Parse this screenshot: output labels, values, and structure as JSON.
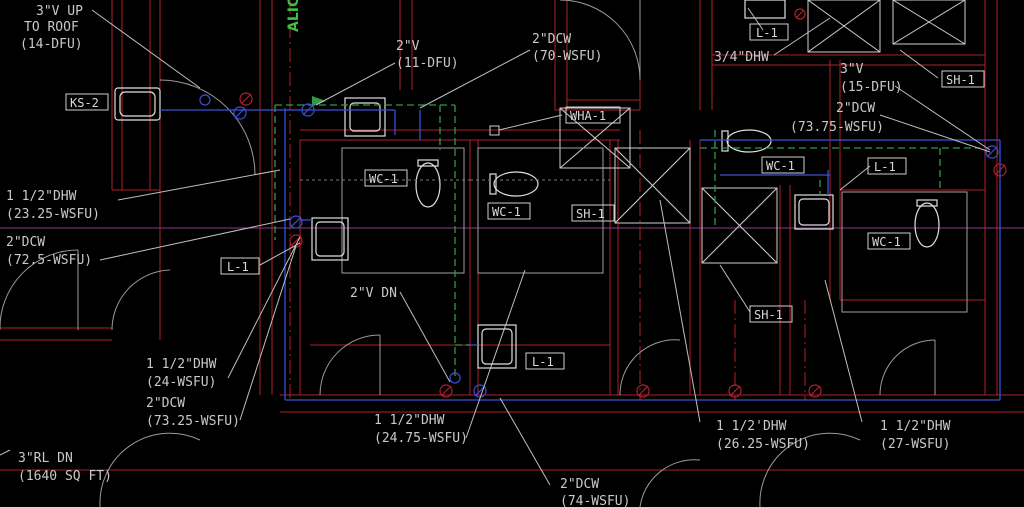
{
  "vertical_label": "ALIC",
  "notes": {
    "vent_up_roof_1": "3\"V UP",
    "vent_up_roof_2": "TO ROOF",
    "vent_up_roof_3": "(14-DFU)",
    "vent_2_1": "2\"V",
    "vent_2_2": "(11-DFU)",
    "dcw_70_1": "2\"DCW",
    "dcw_70_2": "(70-WSFU)",
    "dhw_34": "3/4\"DHW",
    "vent_3_1": "3\"V",
    "vent_3_2": "(15-DFU)",
    "dcw_7375_1": "2\"DCW",
    "dcw_7375_2": "(73.75-WSFU)",
    "dhw_2325_1": "1 1/2\"DHW",
    "dhw_2325_2": "(23.25-WSFU)",
    "dcw_725_1": "2\"DCW",
    "dcw_725_2": "(72.5-WSFU)",
    "vent_dn": "2\"V DN",
    "dhw_24_1": "1 1/2\"DHW",
    "dhw_24_2": "(24-WSFU)",
    "dcw_7325_1": "2\"DCW",
    "dcw_7325_2": "(73.25-WSFU)",
    "dhw_2475_1": "1 1/2\"DHW",
    "dhw_2475_2": "(24.75-WSFU)",
    "dhw_2625_1": "1 1/2'DHW",
    "dhw_2625_2": "(26.25-WSFU)",
    "dhw_27_1": "1 1/2\"DHW",
    "dhw_27_2": "(27-WSFU)",
    "rl_dn_1": "3\"RL DN",
    "rl_dn_2": "(1640 SQ FT)",
    "dcw_74_1": "2\"DCW",
    "dcw_74_2": "(74-WSFU)"
  },
  "tags": {
    "ks2": "KS-2",
    "l1_top": "L-1",
    "sh1_top": "SH-1",
    "wha1": "WHA-1",
    "wc1_a": "WC-1",
    "wc1_b": "WC-1",
    "sh1_mid": "SH-1",
    "wc1_c": "WC-1",
    "l1_right": "L-1",
    "wc1_d": "WC-1",
    "l1_left": "L-1",
    "l1_bottom": "L-1",
    "sh1_bottom": "SH-1"
  },
  "colors": {
    "background": "#000000",
    "wall_red": "#b0202a",
    "cold_water_blue": "#3b4fd8",
    "hot_water_green": "#2f9a4a",
    "fixture_white": "#d0d0d0",
    "leader_white": "#bfbfbf",
    "grid_magenta": "#8a3a8a",
    "label_green": "#3fbf3f"
  }
}
